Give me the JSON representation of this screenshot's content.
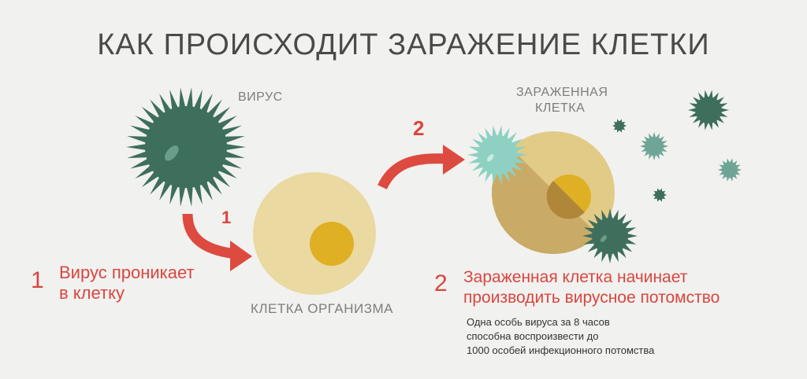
{
  "title": "КАК ПРОИСХОДИТ ЗАРАЖЕНИЕ КЛЕТКИ",
  "labels": {
    "virus": "ВИРУС",
    "organism_cell": "КЛЕТКА ОРГАНИЗМА",
    "infected_cell_line1": "ЗАРАЖЕННАЯ",
    "infected_cell_line2": "КЛЕТКА"
  },
  "arrows": {
    "arrow1_num": "1",
    "arrow2_num": "2"
  },
  "steps": [
    {
      "num": "1",
      "line1": "Вирус проникает",
      "line2": "в клетку"
    },
    {
      "num": "2",
      "line1": "Зараженная клетка начинает",
      "line2": "производить вирусное потомство"
    }
  ],
  "note": {
    "line1": "Одна особь вируса за 8 часов",
    "line2": "способна воспроизвести до",
    "line3": "1000 особей  инфекционного потомства"
  },
  "colors": {
    "virus_dark": "#3e6f5c",
    "virus_light": "#8ed1c2",
    "cell_body": "#ead9a0",
    "cell_nucleus": "#e0b024",
    "accent_red": "#dd4a40",
    "text_gray": "#7d7d7d"
  }
}
